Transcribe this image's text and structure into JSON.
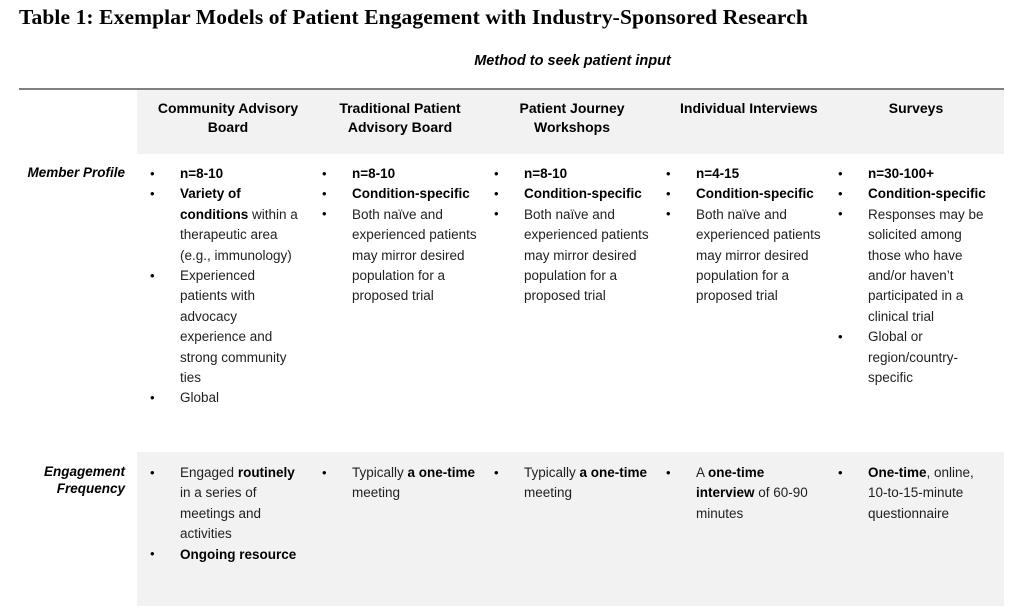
{
  "title": "Table 1: Exemplar Models of Patient Engagement with Industry-Sponsored Research",
  "subtitle": "Method to seek patient input",
  "colors": {
    "band": "#f2f2f2",
    "rule": "#808080",
    "divider": "#9a9a9a",
    "text": "#1a1a1a"
  },
  "columns": [
    {
      "label": "Community Advisory Board",
      "align": "center"
    },
    {
      "label": "Traditional Patient Advisory Board",
      "align": "center"
    },
    {
      "label": "Patient Journey Workshops",
      "align": "center"
    },
    {
      "label": "Individual Interviews",
      "align": "left"
    },
    {
      "label": "Surveys",
      "align": "center"
    }
  ],
  "rows": [
    {
      "label": "Member Profile",
      "cells": [
        [
          [
            {
              "t": "n=8-10",
              "b": true
            }
          ],
          [
            {
              "t": "Variety of conditions",
              "b": true
            },
            {
              "t": " within a therapeutic area (e.g., immunology)",
              "b": false
            }
          ],
          [
            {
              "t": "Experienced patients with advocacy experience and strong community ties",
              "b": false
            }
          ],
          [
            {
              "t": "Global",
              "b": false
            }
          ]
        ],
        [
          [
            {
              "t": "n=8-10",
              "b": true
            }
          ],
          [
            {
              "t": "Condition-specific",
              "b": true
            }
          ],
          [
            {
              "t": "Both naïve and experienced patients may mirror desired population for a proposed trial",
              "b": false
            }
          ]
        ],
        [
          [
            {
              "t": "n=8-10",
              "b": true
            }
          ],
          [
            {
              "t": "Condition-specific",
              "b": true
            }
          ],
          [
            {
              "t": "Both naïve and experienced patients may mirror desired population for a proposed trial",
              "b": false
            }
          ]
        ],
        [
          [
            {
              "t": "n=4-15",
              "b": true
            }
          ],
          [
            {
              "t": "Condition-specific",
              "b": true
            }
          ],
          [
            {
              "t": "Both naïve and experienced patients may mirror desired population for a proposed trial",
              "b": false
            }
          ]
        ],
        [
          [
            {
              "t": "n=30-100+",
              "b": true
            }
          ],
          [
            {
              "t": "Condition-specific",
              "b": true
            }
          ],
          [
            {
              "t": "Responses may be solicited among those who have and/or haven’t participated in a clinical trial",
              "b": false
            }
          ],
          [
            {
              "t": "Global or region/country-specific",
              "b": false
            }
          ]
        ]
      ]
    },
    {
      "label": "Engagement Frequency",
      "cells": [
        [
          [
            {
              "t": "Engaged ",
              "b": false
            },
            {
              "t": "routinely",
              "b": true
            },
            {
              "t": " in a series of meetings and activities",
              "b": false
            }
          ],
          [
            {
              "t": "Ongoing resource",
              "b": true
            }
          ]
        ],
        [
          [
            {
              "t": "Typically ",
              "b": false
            },
            {
              "t": "a one-time",
              "b": true
            },
            {
              "t": " meeting",
              "b": false
            }
          ]
        ],
        [
          [
            {
              "t": "Typically ",
              "b": false
            },
            {
              "t": "a one-time",
              "b": true
            },
            {
              "t": " meeting",
              "b": false
            }
          ]
        ],
        [
          [
            {
              "t": "A ",
              "b": false
            },
            {
              "t": "one-time interview",
              "b": true
            },
            {
              "t": " of 60-90 minutes",
              "b": false
            }
          ]
        ],
        [
          [
            {
              "t": "One-time",
              "b": true
            },
            {
              "t": ", online, 10-to-15-minute questionnaire",
              "b": false
            }
          ]
        ]
      ]
    }
  ]
}
